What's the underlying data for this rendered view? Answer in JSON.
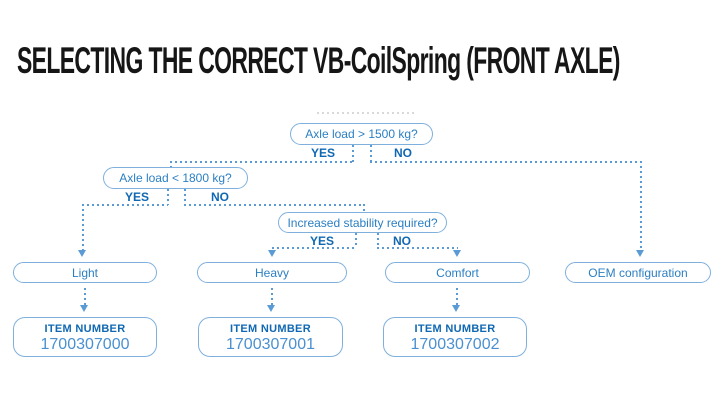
{
  "title": "SELECTING THE CORRECT VB-CoilSpring (FRONT AXLE)",
  "flowchart": {
    "questions": [
      {
        "label": "Axle load > 1500 kg?",
        "yes": "YES",
        "no": "NO"
      },
      {
        "label": "Axle load < 1800 kg?",
        "yes": "YES",
        "no": "NO"
      },
      {
        "label": "Increased stability required?",
        "yes": "YES",
        "no": "NO"
      }
    ],
    "outcomes": [
      {
        "label": "Light",
        "item_label": "ITEM NUMBER",
        "item_number": "1700307000"
      },
      {
        "label": "Heavy",
        "item_label": "ITEM NUMBER",
        "item_number": "1700307001"
      },
      {
        "label": "Comfort",
        "item_label": "ITEM NUMBER",
        "item_number": "1700307002"
      },
      {
        "label": "OEM configuration"
      }
    ]
  },
  "colors": {
    "background": "#ffffff",
    "title": "#161616",
    "question_text": "#2b7fc3",
    "bold_label": "#1068b3",
    "line": "#5b9bd5",
    "box_border": "#7fb0dd",
    "item_number_text": "#4a90d0"
  }
}
